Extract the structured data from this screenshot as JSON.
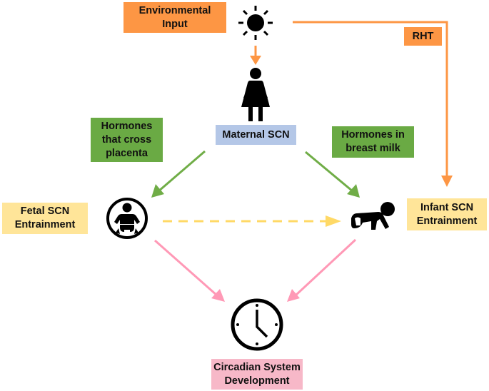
{
  "diagram": {
    "title": "Circadian system development pathways",
    "nodes": {
      "environmental_input": {
        "label": "Environmental\nInput",
        "color": "#fd9644"
      },
      "rht": {
        "label": "RHT",
        "color": "#fd9644"
      },
      "maternal_scn": {
        "label": "Maternal SCN",
        "color": "#b4c7e7"
      },
      "hormones_placenta": {
        "label": "Hormones\nthat cross\nplacenta",
        "color": "#6aaa44"
      },
      "hormones_milk": {
        "label": "Hormones in\nbreast milk",
        "color": "#6aaa44"
      },
      "fetal_scn": {
        "label": "Fetal SCN\nEntrainment",
        "color": "#ffe599"
      },
      "infant_scn": {
        "label": "Infant SCN\nEntrainment",
        "color": "#ffe599"
      },
      "circadian_dev": {
        "label": "Circadian System\nDevelopment",
        "color": "#f7b8c8"
      }
    },
    "icons": {
      "sun": "sun-icon",
      "mother": "woman-icon",
      "fetus": "baby-in-circle-icon",
      "infant": "crawling-baby-icon",
      "clock": "clock-icon"
    },
    "edges": [
      {
        "from": "sun",
        "to": "mother",
        "color": "#fd9644",
        "style": "solid"
      },
      {
        "from": "sun",
        "to": "infant_scn",
        "label": "RHT",
        "color": "#fd9644",
        "style": "solid"
      },
      {
        "from": "maternal_scn",
        "to": "fetus",
        "label": "Hormones that cross placenta",
        "color": "#70ad47",
        "style": "solid"
      },
      {
        "from": "maternal_scn",
        "to": "infant",
        "label": "Hormones in breast milk",
        "color": "#70ad47",
        "style": "solid"
      },
      {
        "from": "fetus",
        "to": "infant",
        "color": "#ffd966",
        "style": "dashed"
      },
      {
        "from": "fetus",
        "to": "clock",
        "color": "#ff99b6",
        "style": "solid"
      },
      {
        "from": "infant",
        "to": "clock",
        "color": "#ff99b6",
        "style": "solid"
      }
    ]
  }
}
